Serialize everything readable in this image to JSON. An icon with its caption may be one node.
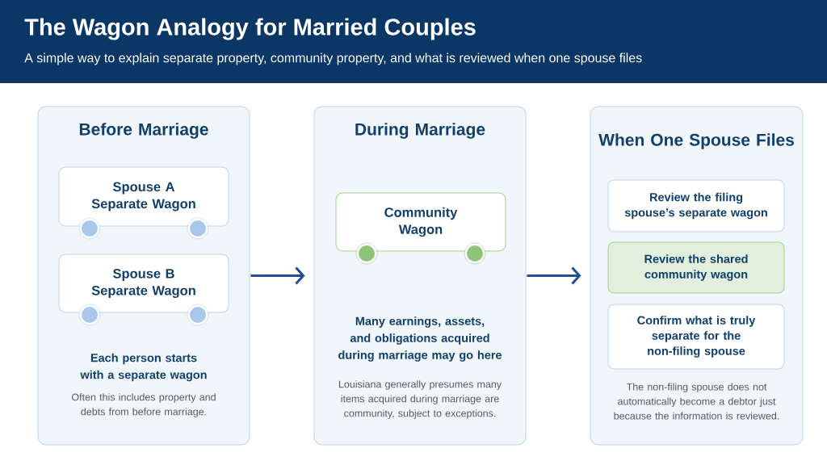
{
  "diagram": {
    "title": "The Wagon Analogy for Married Couples",
    "caption": "A simple way to explain separate property, community property, and what is reviewed when one spouse files",
    "nodes": [
      {
        "text": [
          "Before Marriage",
          "Each person starts with a separate wagon",
          "Often this includes property and debts from before marriage."
        ]
      },
      {
        "text": [
          "Spouse A Separate Wagon"
        ],
        "in": 0
      },
      {
        "text": [
          "Spouse B Separate Wagon"
        ],
        "in": 0
      },
      {
        "text": [
          "During Marriage",
          "Many earnings, assets, and obligations acquired during marriage may go here",
          "Louisiana generally presumes many items acquired during marriage are community, subject to exceptions."
        ]
      },
      {
        "text": [
          "Community Wagon"
        ],
        "in": 3
      },
      {
        "text": [
          "When One Spouse Files",
          "The non-filing spouse does not automatically become a debtor just because the information is reviewed."
        ]
      },
      {
        "text": [
          "Review the filing spouse’s separate wagon"
        ],
        "in": 5
      },
      {
        "text": [
          "Review the shared community wagon"
        ],
        "in": 5
      },
      {
        "text": [
          "Confirm what is truly separate for the non-filing spouse"
        ],
        "in": 5
      }
    ],
    "edges": [
      {
        "from": 0,
        "to": 3,
        "arrow": "to"
      },
      {
        "from": 3,
        "to": 5,
        "arrow": "to"
      }
    ]
  }
}
